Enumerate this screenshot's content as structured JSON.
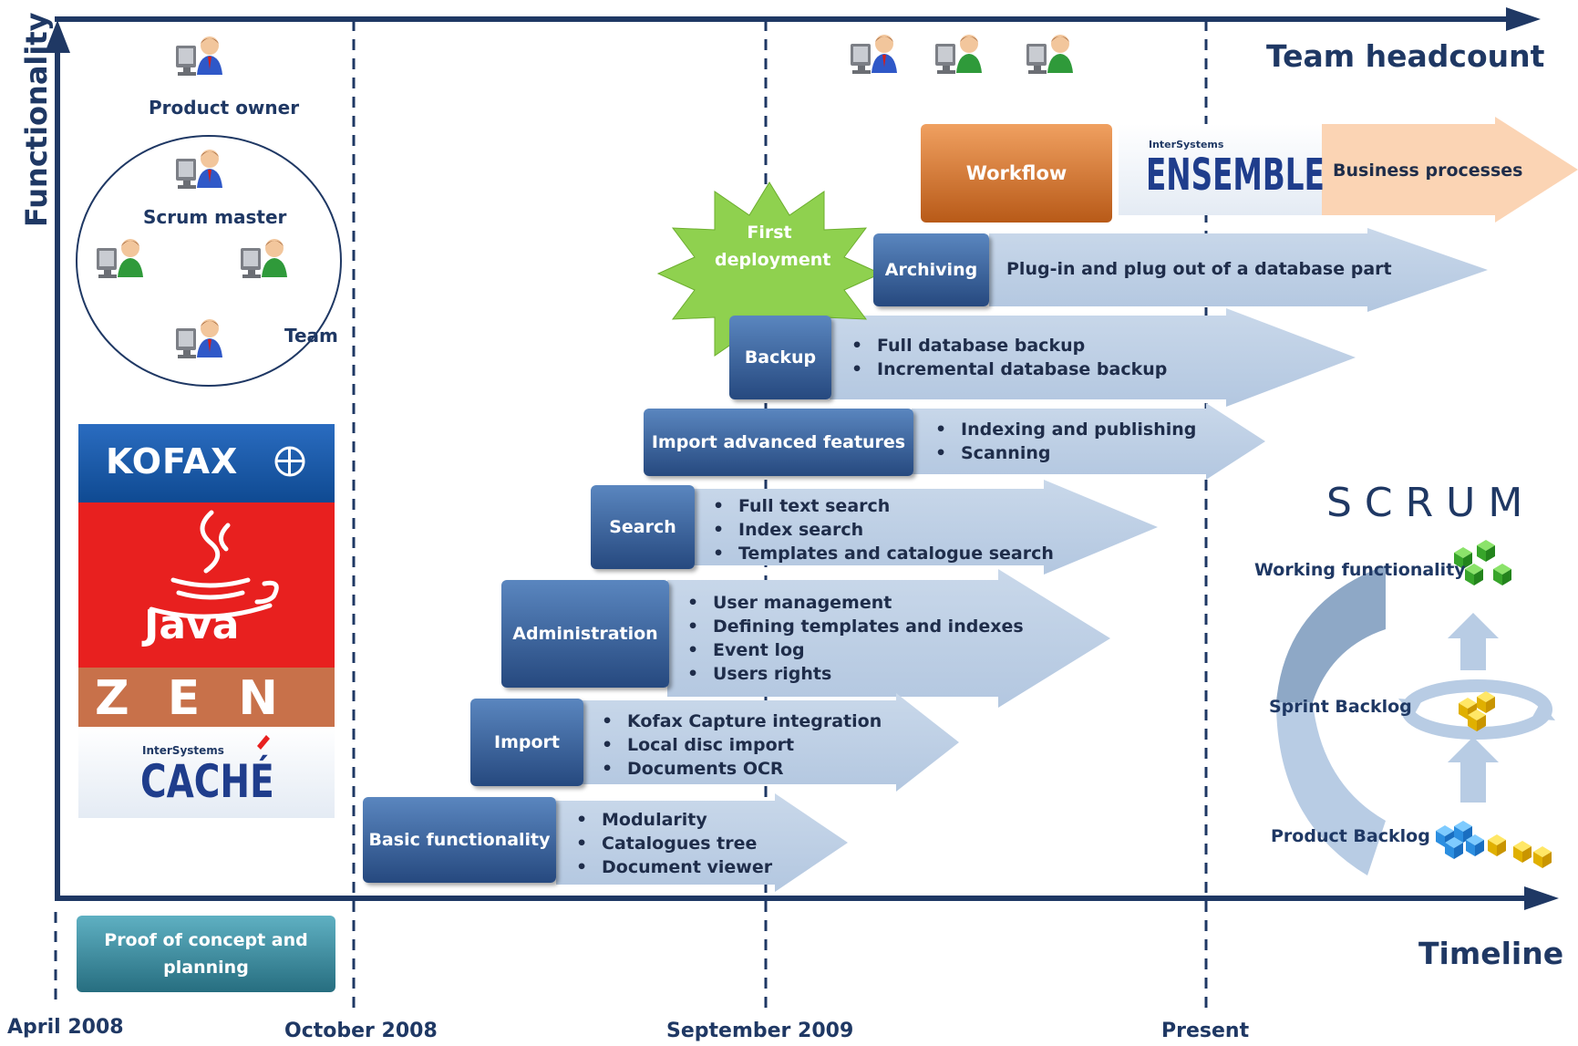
{
  "axes": {
    "y_label": "Functionality",
    "x_label": "Timeline",
    "headcount_label": "Team headcount"
  },
  "timeline": {
    "dates": [
      "April 2008",
      "October 2008",
      "September 2009",
      "Present"
    ]
  },
  "team": {
    "product_owner": "Product owner",
    "scrum_master": "Scrum master",
    "team": "Team"
  },
  "tech": {
    "kofax": "KOFAX",
    "java": "Java",
    "zen": "Z E N",
    "cache_brand": "InterSystems",
    "cache": "CACHÉ",
    "ensemble_brand": "InterSystems",
    "ensemble": "ENSEMBLE"
  },
  "poc": {
    "label": "Proof of concept and planning"
  },
  "milestone": {
    "label": "First deployment"
  },
  "features": {
    "workflow": {
      "label": "Workflow",
      "desc": "Business processes"
    },
    "archiving": {
      "label": "Archiving",
      "desc": "Plug-in and plug out of a database part"
    },
    "backup": {
      "label": "Backup",
      "items": [
        "Full  database backup",
        "Incremental database backup"
      ]
    },
    "import_adv": {
      "label": "Import advanced features",
      "items": [
        "Indexing and publishing",
        "Scanning"
      ]
    },
    "search": {
      "label": "Search",
      "items": [
        "Full text search",
        "Index search",
        "Templates and catalogue search"
      ]
    },
    "admin": {
      "label": "Administration",
      "items": [
        "User management",
        "Defining templates and indexes",
        "Event log",
        "Users rights"
      ]
    },
    "import": {
      "label": "Import",
      "items": [
        "Kofax Capture integration",
        "Local disc import",
        "Documents OCR"
      ]
    },
    "basic": {
      "label": "Basic functionality",
      "items": [
        "Modularity",
        "Catalogues tree",
        "Document viewer"
      ]
    }
  },
  "scrum": {
    "title": "S C R U M",
    "working": "Working functionality",
    "sprint": "Sprint Backlog",
    "product": "Product Backlog"
  },
  "colors": {
    "axis": "#1f3864",
    "feature_box": "#2e5593",
    "arrow": "#b8cce4",
    "workflow_box": "#c0651f",
    "workflow_arrow": "#fbd4b4",
    "starburst": "#8fd14f",
    "kofax": "#1a55a6",
    "java": "#e8201f",
    "zen": "#c8714a",
    "poc": "#3a8ca0"
  }
}
